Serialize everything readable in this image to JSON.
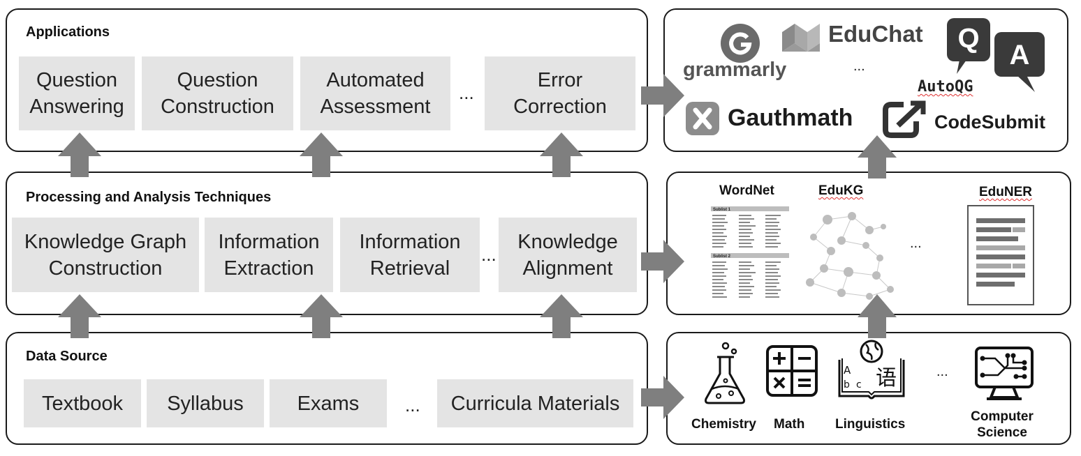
{
  "applications": {
    "title": "Applications",
    "items": [
      "Question\nAnswering",
      "Question\nConstruction",
      "Automated\nAssessment",
      "Error\nCorrection"
    ],
    "ellipsis": "..."
  },
  "processing": {
    "title": "Processing and Analysis Techniques",
    "items": [
      "Knowledge Graph\nConstruction",
      "Information\nExtraction",
      "Information\nRetrieval",
      "Knowledge\nAlignment"
    ],
    "ellipsis": "..."
  },
  "data_source": {
    "title": "Data Source",
    "items": [
      "Textbook",
      "Syllabus",
      "Exams",
      "Curricula Materials"
    ],
    "ellipsis": "..."
  },
  "tools": {
    "grammarly": "grammarly",
    "educhat": "EduChat",
    "ellipsis": "...",
    "autoqg": "AutoQG",
    "gauthmath": "Gauthmath",
    "codesubmit": "CodeSubmit",
    "qa_q": "Q",
    "qa_a": "A"
  },
  "resources": {
    "wordnet": "WordNet",
    "edukg": "EduKG",
    "eduner": "EduNER",
    "sublist1": "Sublist 1",
    "sublist2": "Sublist 2",
    "ellipsis": "..."
  },
  "domains": {
    "chemistry": "Chemistry",
    "math": "Math",
    "linguistics": "Linguistics",
    "computer_science": "Computer\nScience",
    "ellipsis": "...",
    "ling_letters": "A b c 语"
  },
  "colors": {
    "box_fill": "#e4e4e4",
    "arrow": "#7f7f7f",
    "border": "#1a1a1a",
    "wavy": "#e03030"
  }
}
